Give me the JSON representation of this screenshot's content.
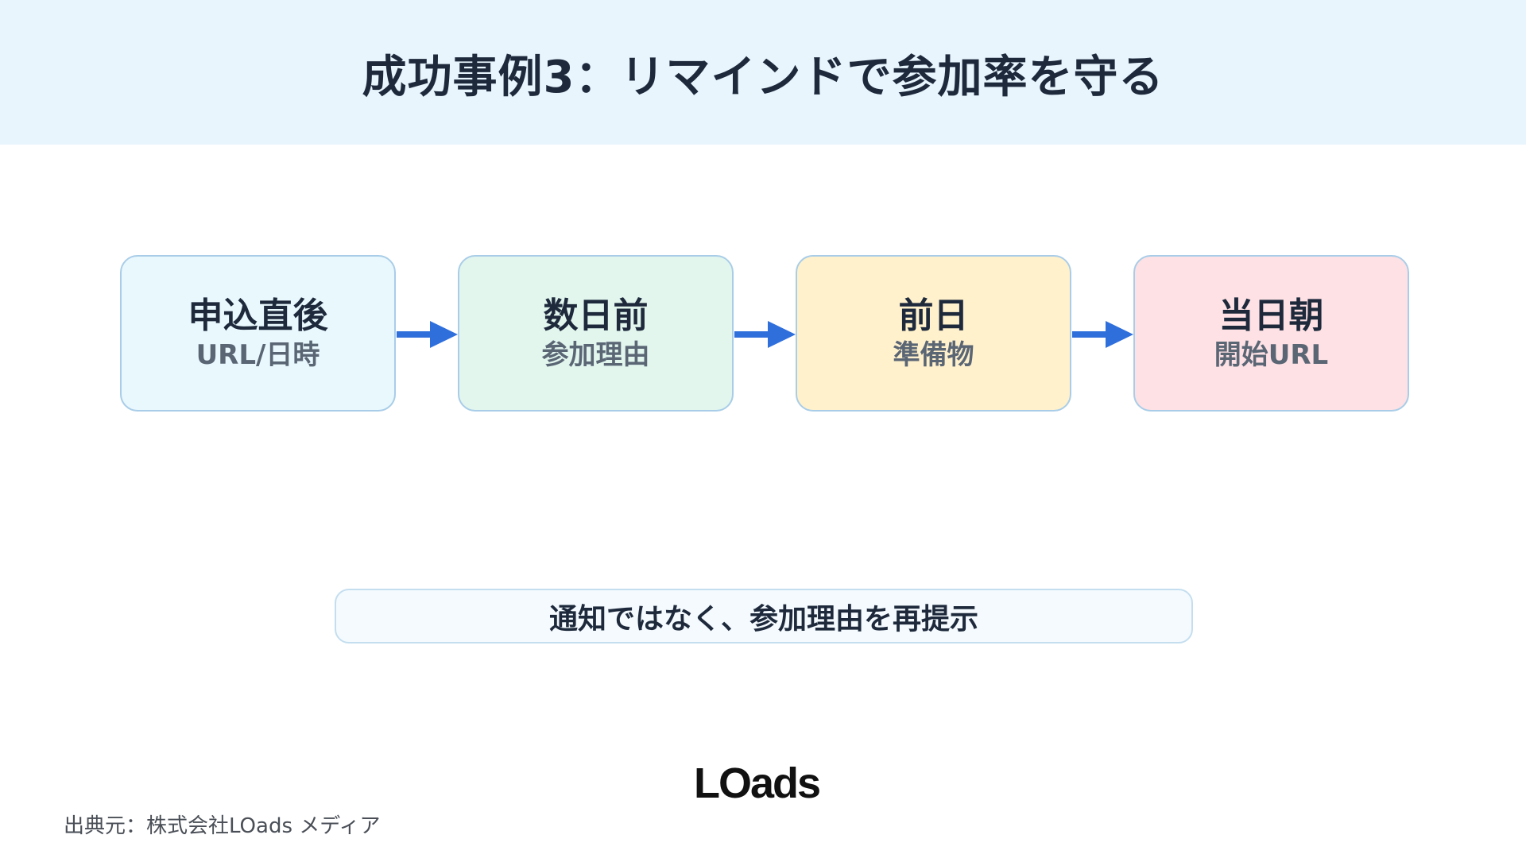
{
  "header": {
    "title": "成功事例3：リマインドで参加率を守る"
  },
  "colors": {
    "header_bg": "#e8f5fd",
    "arrow": "#2f6fdc",
    "step_border": "#a9cde8",
    "step_1_bg": "#e9f8fd",
    "step_2_bg": "#e2f6ee",
    "step_3_bg": "#fff1cc",
    "step_4_bg": "#fde1e4"
  },
  "steps": [
    {
      "title": "申込直後",
      "subtitle": "URL/日時"
    },
    {
      "title": "数日前",
      "subtitle": "参加理由"
    },
    {
      "title": "前日",
      "subtitle": "準備物"
    },
    {
      "title": "当日朝",
      "subtitle": "開始URL"
    }
  ],
  "summary": {
    "text": "通知ではなく、参加理由を再提示"
  },
  "logo": {
    "text": "LOads"
  },
  "footer": {
    "source": "出典元：株式会社LOads メディア"
  }
}
